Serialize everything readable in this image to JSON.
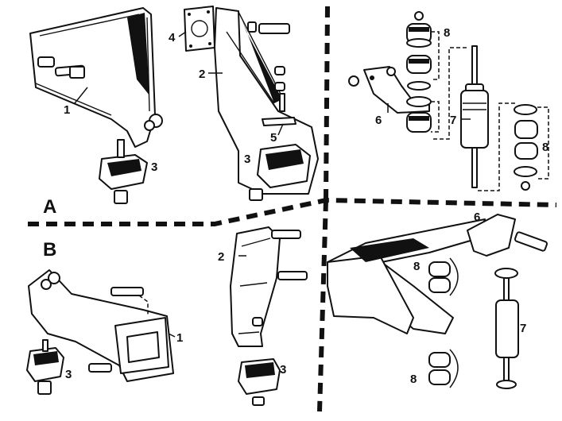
{
  "sections": {
    "a": "A",
    "b": "B"
  },
  "callouts": {
    "a1": "1",
    "a2": "2",
    "a3_left": "3",
    "a3_right": "3",
    "a4": "4",
    "a5": "5",
    "a6": "6",
    "a7": "7",
    "a8_top": "8",
    "a8_right": "8",
    "b1": "1",
    "b2": "2",
    "b3_left": "3",
    "b3_mid": "3",
    "b6": "6",
    "b7": "7",
    "b8_top": "8",
    "b8_bottom": "8"
  }
}
